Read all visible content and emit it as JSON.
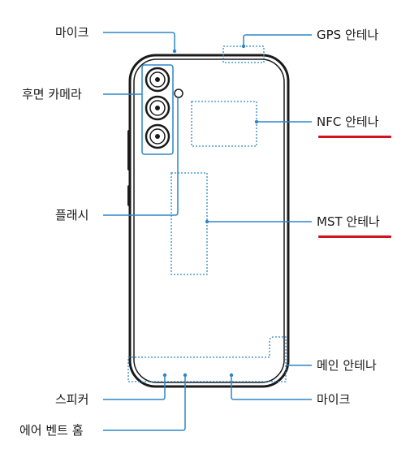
{
  "labels": {
    "mic_top": "마이크",
    "rear_camera": "후면 카메라",
    "flash": "플래시",
    "speaker": "스피커",
    "air_vent": "에어 벤트 홈",
    "gps_antenna": "GPS 안테나",
    "nfc_antenna": "NFC 안테나",
    "mst_antenna": "MST 안테나",
    "main_antenna": "메인 안테나",
    "mic_bottom": "마이크"
  },
  "colors": {
    "leader_line": "#2f86c7",
    "antenna_outline": "#2f86c7",
    "highlight_underline": "#d0141e",
    "phone_outline": "#1a1a1a"
  }
}
